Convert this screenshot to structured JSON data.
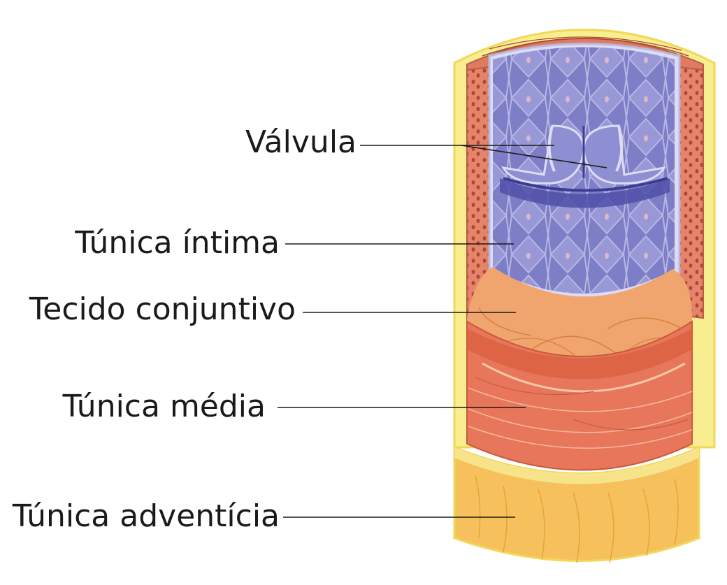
{
  "labels": {
    "valve": "Válvula",
    "intima": "Túnica íntima",
    "connective": "Tecido conjuntivo",
    "media": "Túnica média",
    "adventitia": "Túnica adventícia"
  },
  "colors": {
    "adventitia": "#f6c15c",
    "adventitia_fiber": "#e8a23a",
    "adventitia_rim": "#f7e48a",
    "media": "#e8765a",
    "media_dark": "#c85a3c",
    "media_fiber": "#f3b8a0",
    "connective": "#f0a56e",
    "connective_fiber": "#d9803f",
    "intima": "#7c7cc4",
    "intima_light": "#a7a7dc",
    "intima_edge": "#dcdcf5",
    "wall": "#e07a60",
    "wall_pore": "#a8473a",
    "outline_yellow": "#f8ee90",
    "text": "#1a1a1a"
  }
}
